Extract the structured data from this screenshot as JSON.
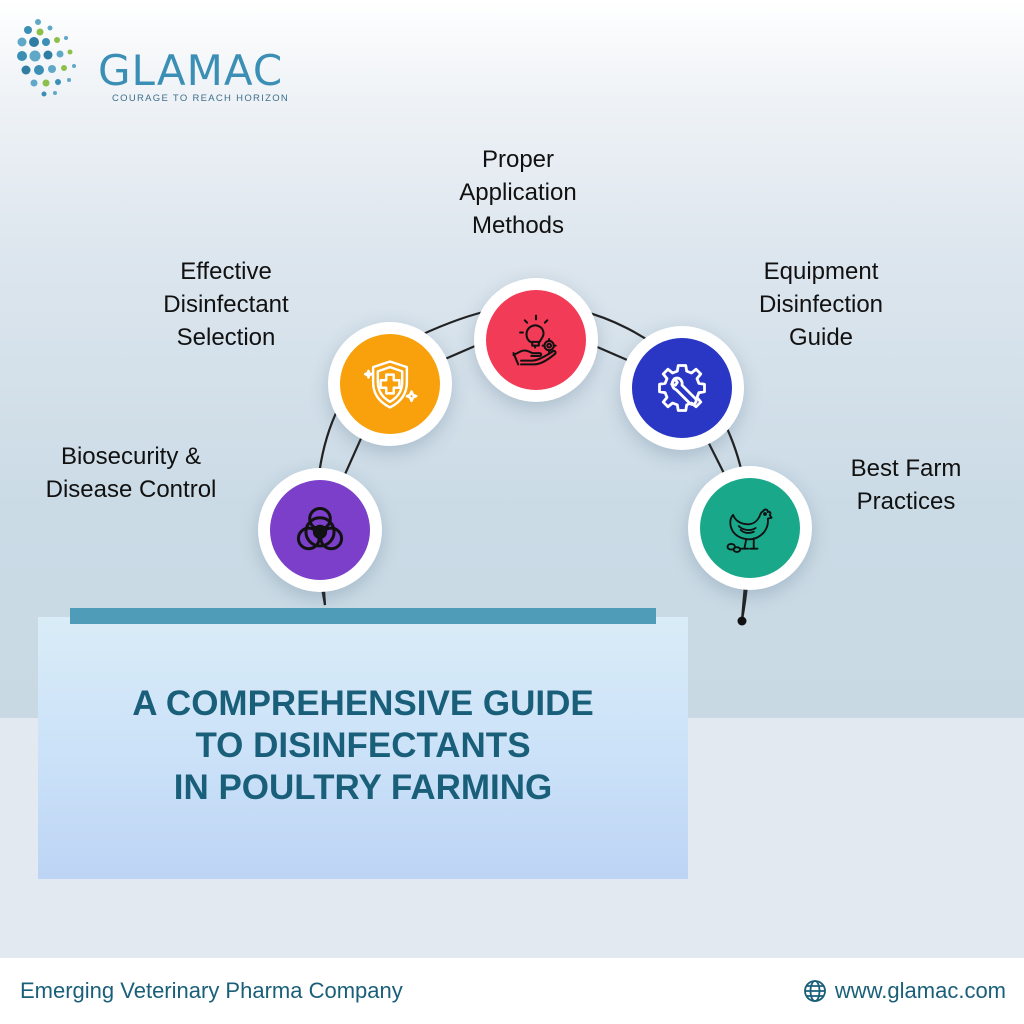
{
  "brand": {
    "name": "GLAMAC",
    "tagline": "COURAGE TO REACH HORIZON"
  },
  "nodes": [
    {
      "label_lines": [
        "Biosecurity &",
        "Disease Control"
      ],
      "icon": "biohazard-icon",
      "color": "#7b3fc9"
    },
    {
      "label_lines": [
        "Effective",
        "Disinfectant",
        "Selection"
      ],
      "icon": "shield-plus-icon",
      "color": "#f8a10c"
    },
    {
      "label_lines": [
        "Proper",
        "Application",
        "Methods"
      ],
      "icon": "lightbulb-gear-hand-icon",
      "color": "#f23c57"
    },
    {
      "label_lines": [
        "Equipment",
        "Disinfection",
        "Guide"
      ],
      "icon": "gear-wrench-icon",
      "color": "#2a36c4"
    },
    {
      "label_lines": [
        "Best Farm",
        "Practices"
      ],
      "icon": "chicken-icon",
      "color": "#1aa88a"
    }
  ],
  "title_lines": [
    "A COMPREHENSIVE GUIDE",
    "TO DISINFECTANTS",
    "IN POULTRY FARMING"
  ],
  "footer": {
    "tagline": "Emerging Veterinary Pharma Company",
    "website": "www.glamac.com",
    "website_icon": "globe-icon"
  },
  "colors": {
    "brand_blue": "#3b8fb5",
    "title_teal": "#1a5f79",
    "accent_bar": "#4e9cb8"
  }
}
